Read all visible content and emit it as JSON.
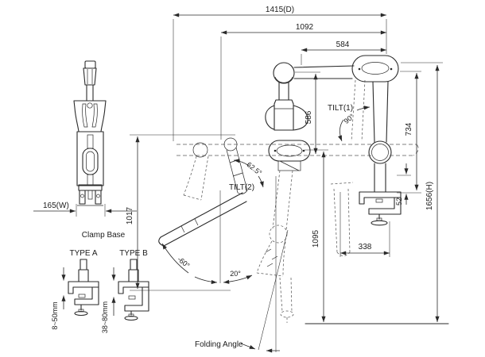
{
  "colors": {
    "line": "#2a2a2a",
    "background": "#ffffff"
  },
  "side_view": {
    "dim_depth_total": "1415(D)",
    "dim_depth_arm": "1092",
    "dim_depth_upper": "584",
    "dim_head_drop": "586",
    "dim_upper_arm_height": "734",
    "dim_clamp_gap": "52",
    "dim_total_height": "1656(H)",
    "dim_riser_height": "1017",
    "dim_pivot_height": "1095",
    "dim_base_depth": "338",
    "tilt1_label": "TILT(1)",
    "tilt1_angle": "90°",
    "tilt2_label": "TILT(2)",
    "tilt2_angle": "62.5°",
    "swing_angle_down": "-60°",
    "swing_angle_fold": "20°",
    "folding_angle_label": "Folding Angle"
  },
  "front_view": {
    "dim_width": "165(W)"
  },
  "clamp_base": {
    "title": "Clamp Base",
    "types": [
      {
        "label": "TYPE A",
        "range": "8~50mm"
      },
      {
        "label": "TYPE B",
        "range": "38~80mm"
      }
    ]
  }
}
